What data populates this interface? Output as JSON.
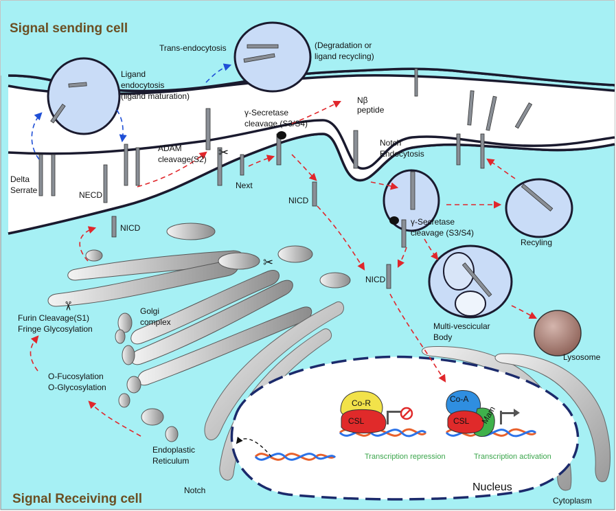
{
  "figure": {
    "titles": {
      "sending": "Signal sending cell",
      "receiving": "Signal Receiving cell"
    },
    "labels": {
      "trans_endocytosis": "Trans-endocytosis",
      "degradation_1": "(Degradation or",
      "degradation_2": "ligand recycling)",
      "ligand_endo_1": "Ligand",
      "ligand_endo_2": "endocytosis",
      "ligand_endo_3": "(ligand maturation)",
      "gamma_top_1": "γ-Secretase",
      "gamma_top_2": "cleavage (S3/S4)",
      "nbeta_1": "Nβ",
      "nbeta_2": "peptide",
      "adam_1": "ADAM",
      "adam_2": "cleavage(S2)",
      "delta_1": "Delta",
      "delta_2": "Serrate",
      "necd": "NECD",
      "next": "Next",
      "nicd_1": "NICD",
      "nicd_2": "NICD",
      "nicd_3": "NICD",
      "notch_endo_1": "Notch",
      "notch_endo_2": "Endocytosis",
      "gamma_mid_1": "γ-Secretase",
      "gamma_mid_2": "cleavage (S3/S4)",
      "recycling": "Recyling",
      "golgi_1": "Golgi",
      "golgi_2": "complex",
      "furin_1": "Furin Cleavage(S1)",
      "furin_2": "Fringe Glycosylation",
      "ofuc_1": "O-Fucosylation",
      "ofuc_2": "O-Glycosylation",
      "mvb_1": "Multi-vescicular",
      "mvb_2": "Body",
      "lysosome": "Lysosome",
      "er_1": "Endoplastic",
      "er_2": "Reticulum",
      "notch": "Notch",
      "cor": "Co-R",
      "csl_1": "CSL",
      "coa": "Co-A",
      "csl_2": "CSL",
      "mam": "Mam",
      "tx_repression": "Transcription repression",
      "tx_activation": "Transcription activation",
      "nucleus": "Nucleus",
      "cytoplasm": "Cytoplasm"
    },
    "colors": {
      "background": "#a6f0f4",
      "vesicle": "#c9dcf7",
      "membrane": "#1a1a2e",
      "arrow_red": "#e0262b",
      "arrow_blue": "#1f4fd6",
      "title": "#6b4f23",
      "green_text": "#3aa54b",
      "cor": "#f2e24a",
      "csl": "#e02a2a",
      "coa": "#2f8ee0",
      "mam": "#3fb14b",
      "lysosome": "#a98077"
    }
  }
}
